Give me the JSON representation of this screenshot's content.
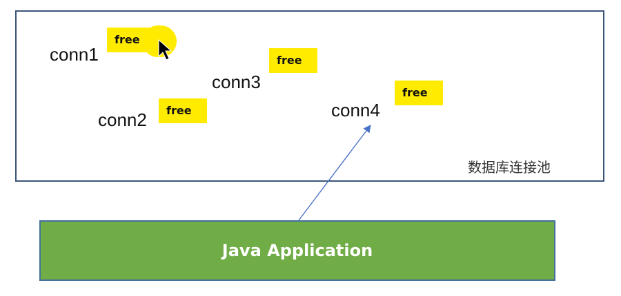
{
  "pool": {
    "label": "数据库连接池",
    "connections": [
      {
        "name": "conn1",
        "status": "free"
      },
      {
        "name": "conn2",
        "status": "free"
      },
      {
        "name": "conn3",
        "status": "free"
      },
      {
        "name": "conn4",
        "status": "free"
      }
    ]
  },
  "app": {
    "label": "Java Application"
  },
  "colors": {
    "badge": "#ffeb00",
    "app_fill": "#70ad47",
    "app_border": "#41719c",
    "pool_border": "#3b5578",
    "arrow": "#4a72c4"
  },
  "cursor": {
    "icon": "mouse-pointer-icon"
  }
}
